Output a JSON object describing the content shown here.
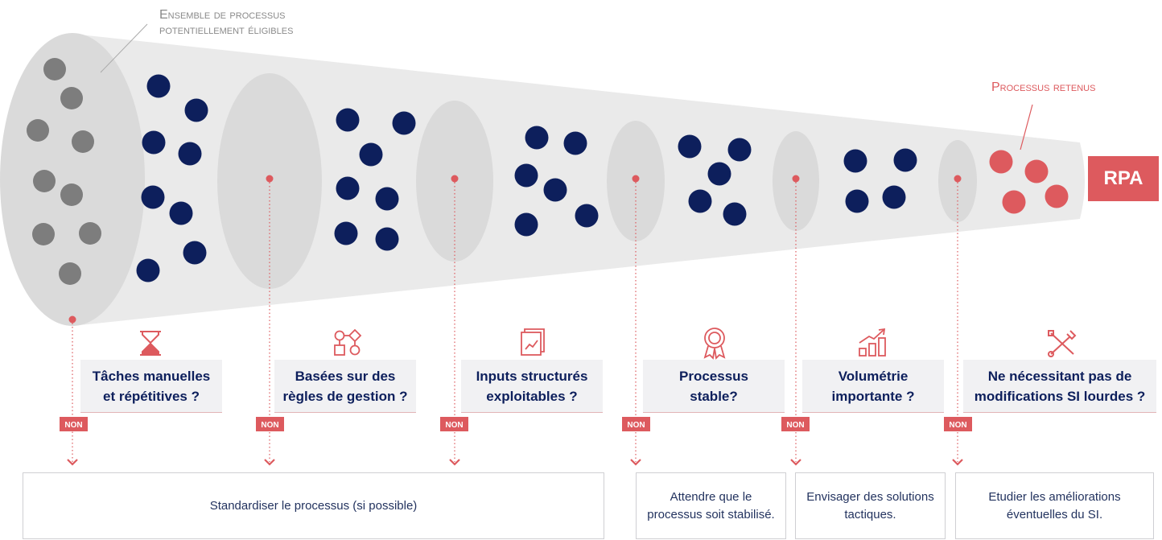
{
  "colors": {
    "funnel": "#eaeaea",
    "cross_section": "#dadada",
    "input_dot": "#7d7d7d",
    "candidate_dot": "#0d1f5c",
    "retained_dot": "#dd5a5e",
    "accent": "#dd5a5e",
    "text_dark": "#0d1f5c"
  },
  "labels": {
    "eligible_set": "Ensemble de processus\npotentiellement éligibles",
    "retained": "Processus retenus",
    "output": "RPA",
    "no_badge": "NON"
  },
  "criteria": [
    {
      "icon": "hourglass-icon",
      "text": "Tâches manuelles\net répétitives ?"
    },
    {
      "icon": "flowchart-icon",
      "text": "Basées sur des\nrègles de gestion ?"
    },
    {
      "icon": "document-chart-icon",
      "text": "Inputs structurés\nexploitables ?"
    },
    {
      "icon": "rosette-icon",
      "text": "Processus\nstable?"
    },
    {
      "icon": "growth-chart-icon",
      "text": "Volumétrie\nimportante ?"
    },
    {
      "icon": "tools-icon",
      "text": "Ne nécessitant pas de\nmodifications SI lourdes ?"
    }
  ],
  "results": [
    {
      "text": "Standardiser le processus (si possible)"
    },
    {
      "text": "Attendre que le\nprocessus soit stabilisé."
    },
    {
      "text": "Envisager des solutions\ntactiques."
    },
    {
      "text": "Etudier les améliorations\néventuelles du SI."
    }
  ]
}
